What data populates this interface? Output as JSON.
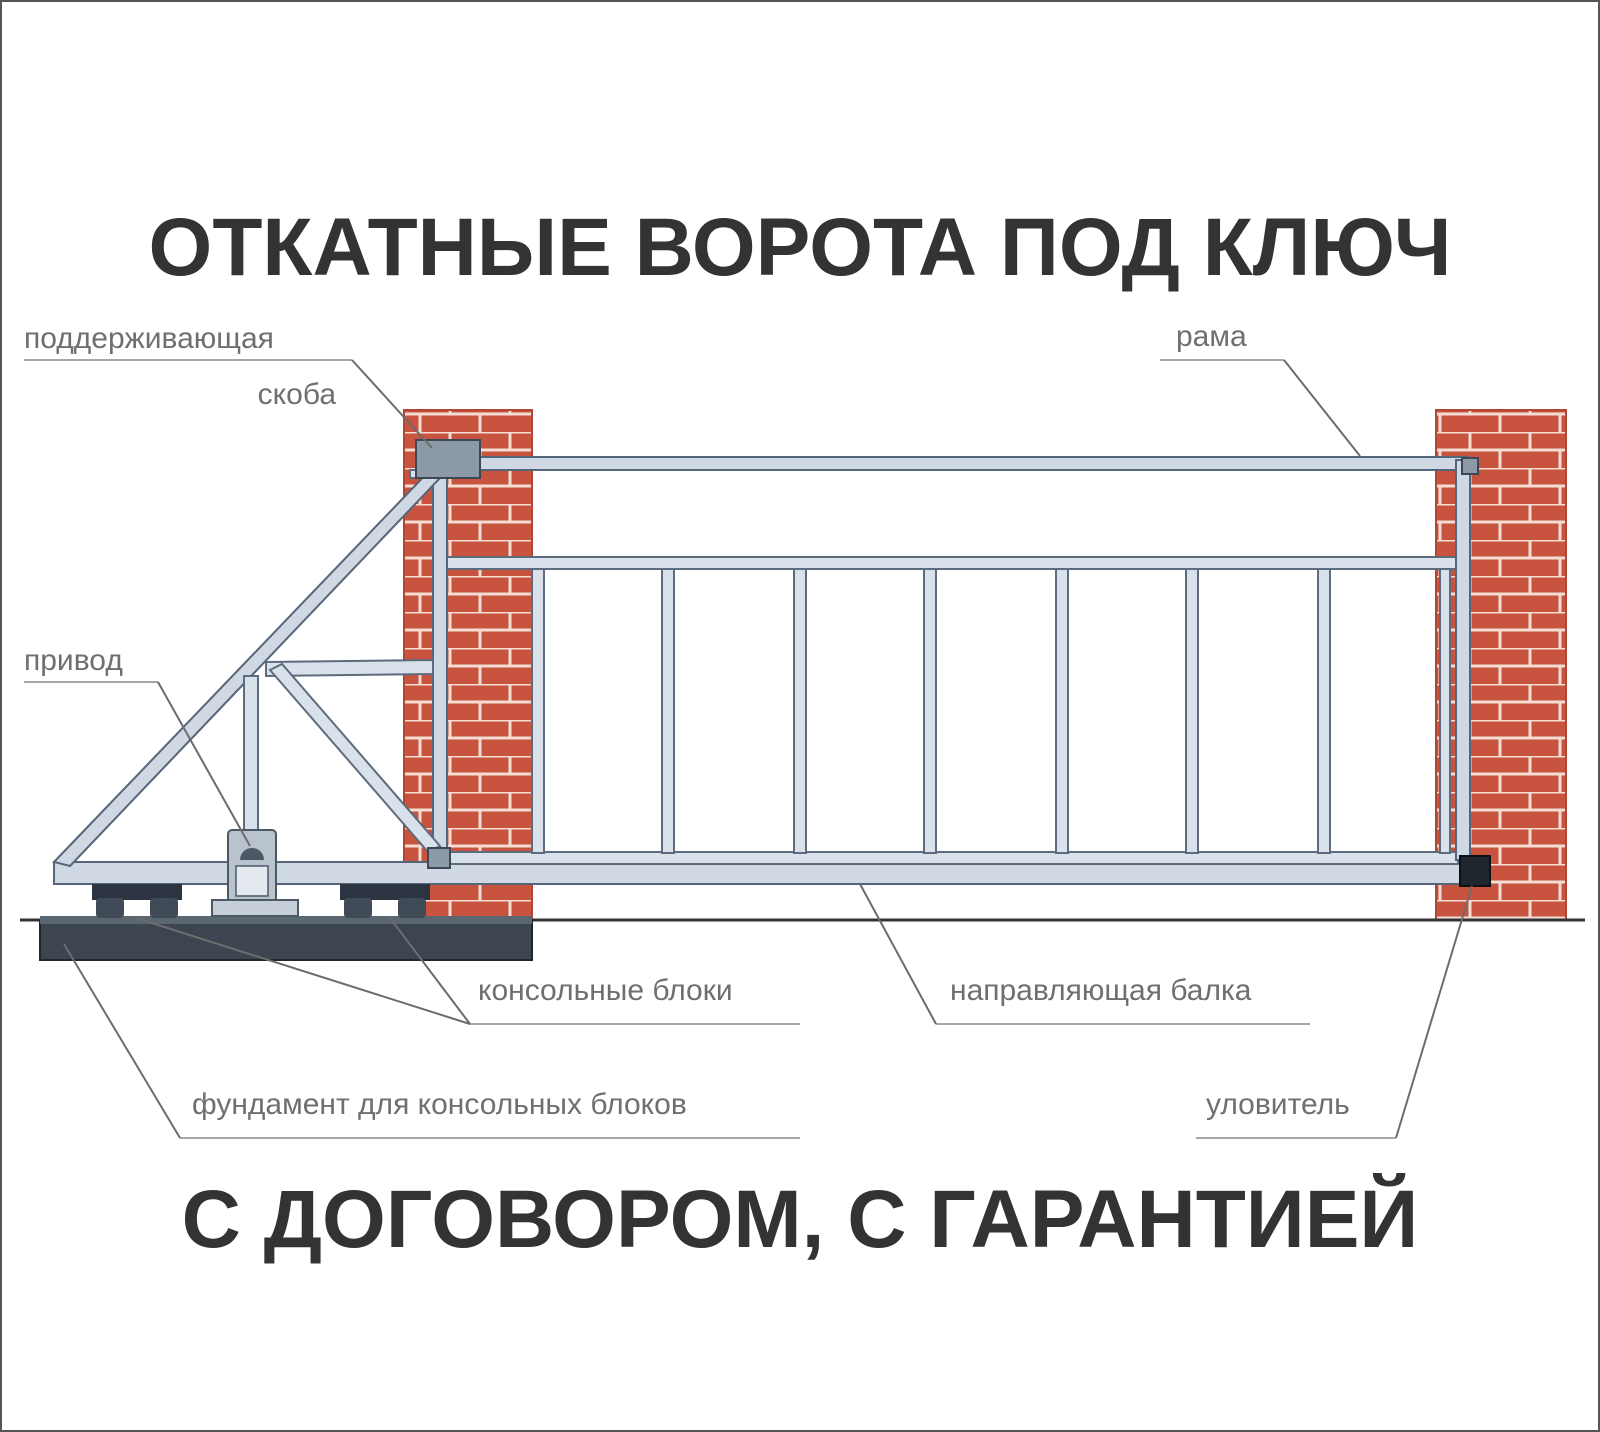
{
  "headline_top": "ОТКАТНЫЕ ВОРОТА ПОД КЛЮЧ",
  "headline_bottom": "С ДОГОВОРОМ, С ГАРАНТИЕЙ",
  "labels": {
    "bracket_line1": "поддерживающая",
    "bracket_line2": "скоба",
    "frame": "рама",
    "drive": "привод",
    "console_blocks": "консольные блоки",
    "guide_beam": "направляющая балка",
    "foundation": "фундамент для консольных блоков",
    "catcher": "уловитель"
  },
  "colors": {
    "headline": "#333333",
    "label_text": "#6f6f6f",
    "brick": "#c8543f",
    "steel": "#cfd8e3",
    "steel_outline": "#55657a"
  }
}
